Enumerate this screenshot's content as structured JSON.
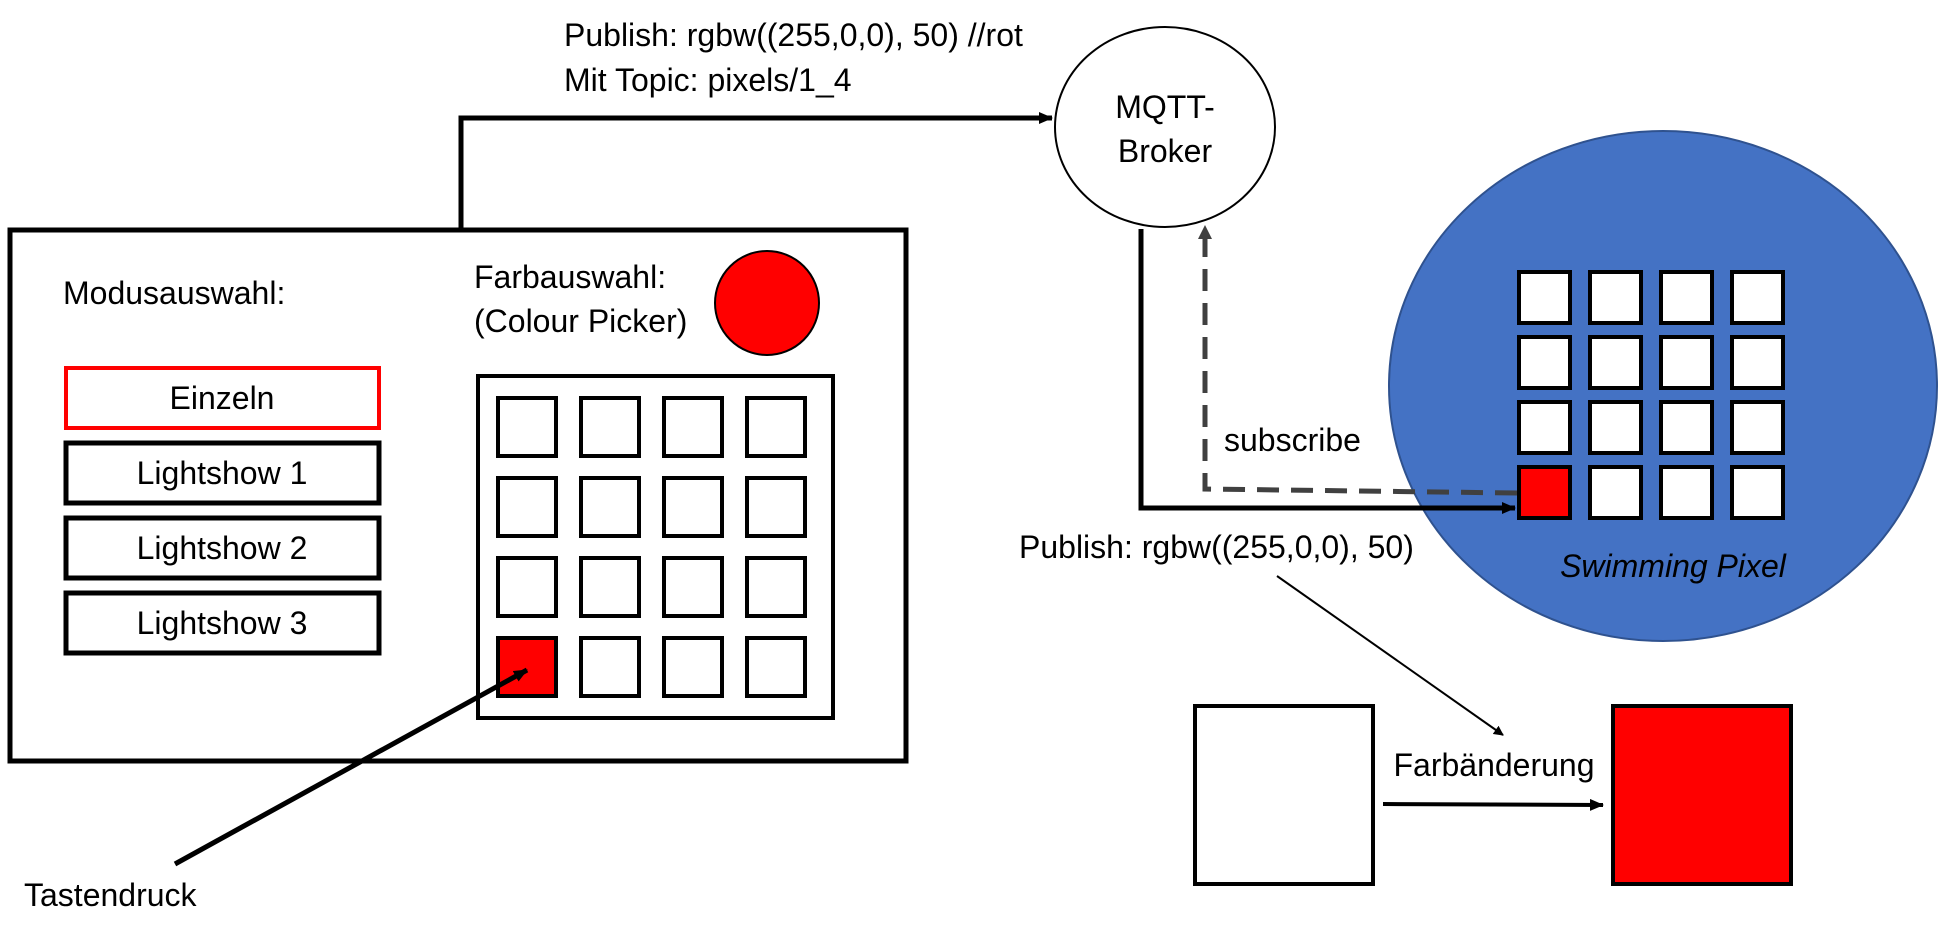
{
  "app": {
    "mode_label": "Modusauswahl:",
    "modes": [
      "Einzeln",
      "Lightshow 1",
      "Lightshow 2",
      "Lightshow 3"
    ],
    "selected_mode_index": 0,
    "color_label_line1": "Farbauswahl:",
    "color_label_line2": "(Colour Picker)",
    "grid": {
      "rows": 4,
      "cols": 4,
      "active_row": 4,
      "active_col": 1
    }
  },
  "tap_label": "Tastendruck",
  "publish_top_line1": "Publish: rgbw((255,0,0), 50) //rot",
  "publish_top_line2": "Mit Topic: pixels/1_4",
  "broker_line1": "MQTT-",
  "broker_line2": "Broker",
  "subscribe_label": "subscribe",
  "publish_bottom": "Publish: rgbw((255,0,0), 50)",
  "pixel": {
    "label": "Swimming Pixel",
    "grid": {
      "rows": 4,
      "cols": 4,
      "active_row": 4,
      "active_col": 1
    }
  },
  "color_change_label": "Farbänderung",
  "colors": {
    "accent_red": "#ff0000",
    "pixel_blue": "#4472c4",
    "selected_border": "#ff0000",
    "line": "#000000",
    "dashed_line": "#404040"
  }
}
